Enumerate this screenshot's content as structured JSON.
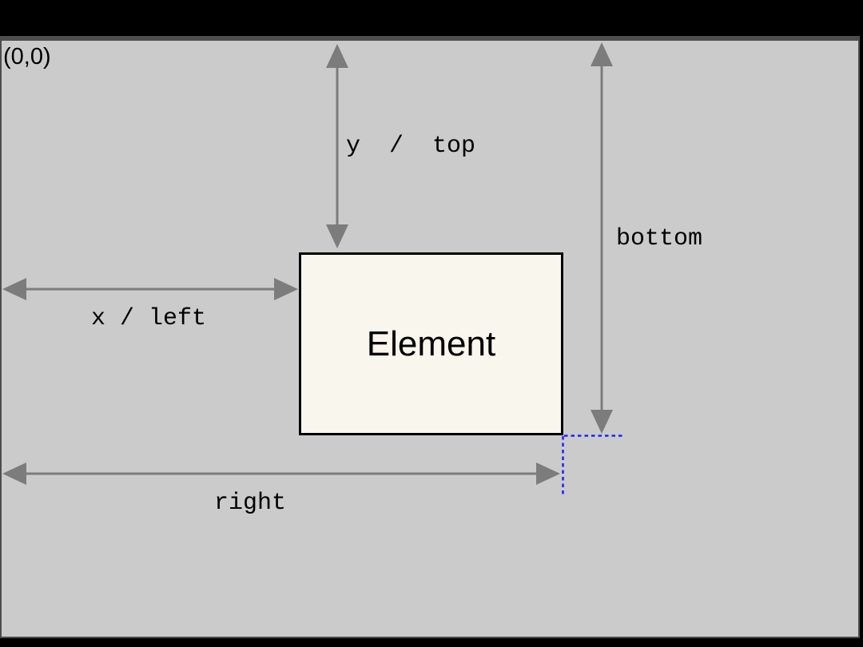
{
  "colors": {
    "window_background": "#000000",
    "stage_background": "#cbcbcb",
    "stage_border": "#4d4d4d",
    "arrow": "#7c7c7c",
    "guide": "#2020ff",
    "element_fill": "#f9f6ee",
    "element_border": "#000000",
    "text": "#000000"
  },
  "diagram": {
    "origin_label": "(0,0)",
    "element_label": "Element",
    "annotations": {
      "top": "y / top",
      "left": "x / left",
      "bottom": "bottom",
      "right": "right"
    }
  }
}
